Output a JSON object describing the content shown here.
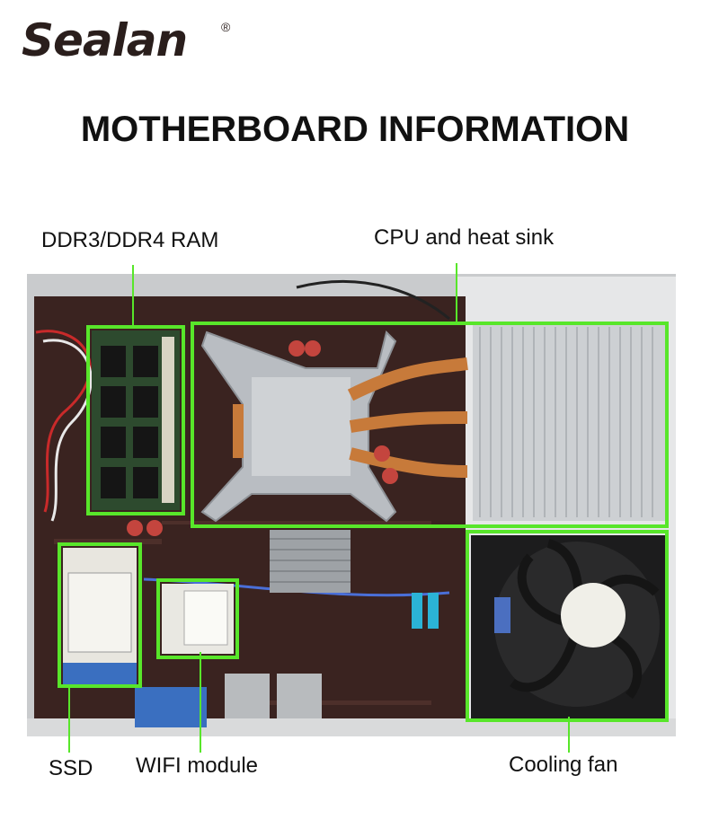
{
  "brand": {
    "name": "Sealan",
    "registered_mark": "®"
  },
  "title": "MOTHERBOARD INFORMATION",
  "colors": {
    "highlight": "#58e62a",
    "text": "#111111",
    "logo": "#2a1e1c"
  },
  "callouts": {
    "ram": "DDR3/DDR4 RAM",
    "cpu": "CPU and heat sink",
    "ssd": "SSD",
    "wifi": "WIFI module",
    "fan": "Cooling fan"
  }
}
